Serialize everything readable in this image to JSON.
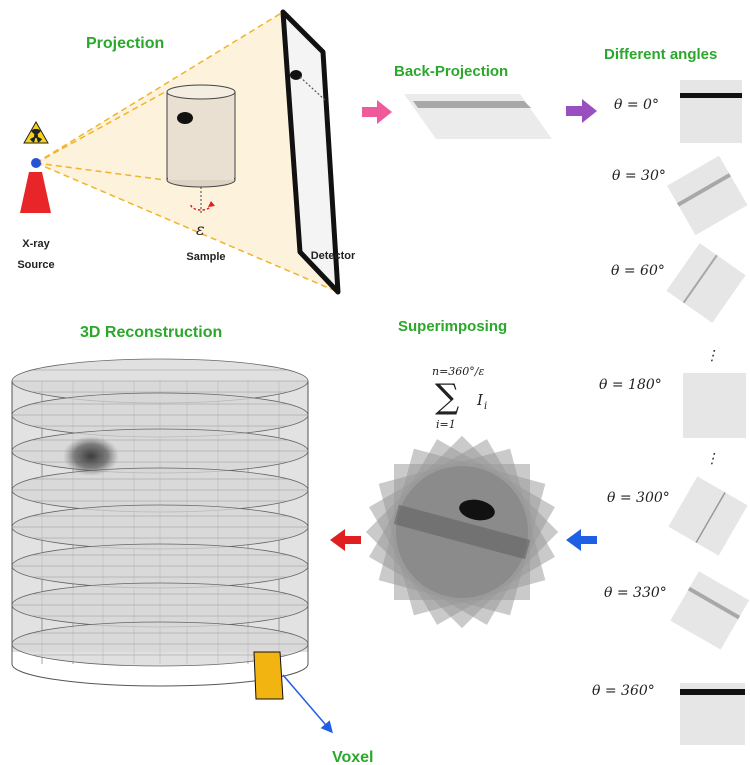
{
  "titles": {
    "projection": "Projection",
    "back_projection": "Back-Projection",
    "different_angles": "Different angles",
    "reconstruction": "3D Reconstruction",
    "superimposing": "Superimposing"
  },
  "labels": {
    "source_line1": "X-ray",
    "source_line2": "Source",
    "sample": "Sample",
    "detector": "Detector",
    "epsilon": "ε",
    "voxel": "Voxel"
  },
  "formula": {
    "upper": "n=360°/ε",
    "lower": "i=1",
    "sigma": "∑",
    "term": "I",
    "term_sub": "i"
  },
  "angles": [
    "θ = 0°",
    "θ = 30°",
    "θ = 60°",
    "θ = 180°",
    "θ = 300°",
    "θ = 330°",
    "θ = 360°"
  ],
  "ellipsis": "⋮",
  "icons": {
    "radiation": "radiation-icon",
    "rotation": "rotation-arrow-icon"
  },
  "colors": {
    "title_green": "#2ba82b",
    "arrow_pink": "#ef5a9a",
    "arrow_purple": "#9a4fc0",
    "arrow_red": "#e02020",
    "arrow_blue": "#1f5fe6",
    "beam": "#f2c14e",
    "voxel": "#f2b410"
  }
}
